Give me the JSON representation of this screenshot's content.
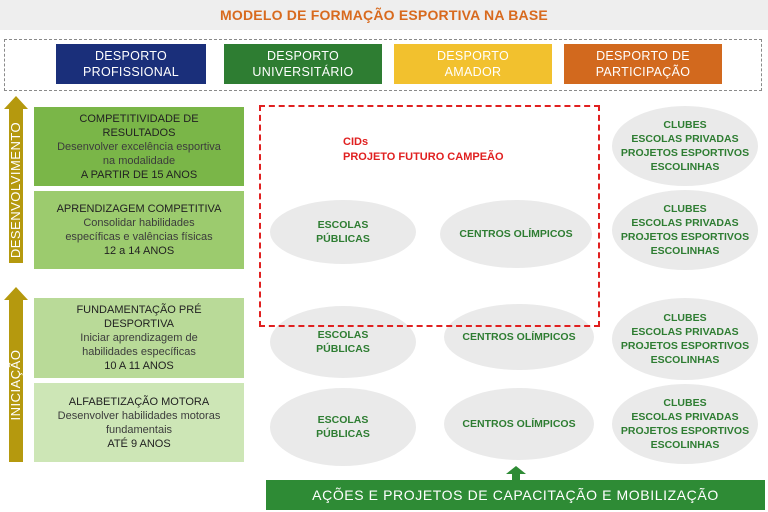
{
  "header": {
    "title": "MODELO DE FORMAÇÃO ESPORTIVA NA BASE"
  },
  "categories": [
    {
      "label": "DESPORTO\nPROFISSIONAL",
      "color": "#1a2f7a"
    },
    {
      "label": "DESPORTO\nUNIVERSITÁRIO",
      "color": "#2e7d32"
    },
    {
      "label": "DESPORTO\nAMADOR",
      "color": "#f2c12e"
    },
    {
      "label": "DESPORTO DE\nPARTICIPAÇÃO",
      "color": "#d2691e"
    }
  ],
  "phases": {
    "desenvolvimento": "DESENVOLVIMENTO",
    "iniciacao": "INICIAÇÃO",
    "arrow_color": "#b5990e"
  },
  "stages": [
    {
      "title": "COMPETITIVIDADE DE\nRESULTADOS",
      "desc": "Desenvolver excelência esportiva\nna modalidade",
      "age": "A PARTIR DE 15 ANOS",
      "color": "#7ab648"
    },
    {
      "title": "APRENDIZAGEM COMPETITIVA",
      "desc": "Consolidar habilidades\nespecíficas e valências físicas",
      "age": "12 a 14 ANOS",
      "color": "#9ccb6e"
    },
    {
      "title": "FUNDAMENTAÇÃO PRÉ\nDESPORTIVA",
      "desc": "Iniciar aprendizagem de\nhabilidades específicas",
      "age": "10 A 11 ANOS",
      "color": "#b9da98"
    },
    {
      "title": "ALFABETIZAÇÃO MOTORA",
      "desc": "Desenvolver habilidades motoras\nfundamentais",
      "age": "ATÉ 9 ANOS",
      "color": "#cde6b6"
    }
  ],
  "highlight": {
    "line1": "CIDs",
    "line2": "PROJETO FUTURO CAMPEÃO"
  },
  "rows": [
    {
      "schools": "",
      "centers": "",
      "clubs": "CLUBES\nESCOLAS PRIVADAS\nPROJETOS ESPORTIVOS\nESCOLINHAS"
    },
    {
      "schools": "ESCOLAS\nPÚBLICAS",
      "centers": "CENTROS OLÍMPICOS",
      "clubs": "CLUBES\nESCOLAS PRIVADAS\nPROJETOS ESPORTIVOS\nESCOLINHAS"
    },
    {
      "schools": "ESCOLAS\nPÚBLICAS",
      "centers": "CENTROS OLÍMPICOS",
      "clubs": "CLUBES\nESCOLAS PRIVADAS\nPROJETOS ESPORTIVOS\nESCOLINHAS"
    },
    {
      "schools": "ESCOLAS\nPÚBLICAS",
      "centers": "CENTROS OLÍMPICOS",
      "clubs": "CLUBES\nESCOLAS PRIVADAS\nPROJETOS ESPORTIVOS\nESCOLINHAS"
    }
  ],
  "footer": {
    "label": "AÇÕES E PROJETOS DE CAPACITAÇÃO E MOBILIZAÇÃO",
    "color": "#2e8b35"
  }
}
